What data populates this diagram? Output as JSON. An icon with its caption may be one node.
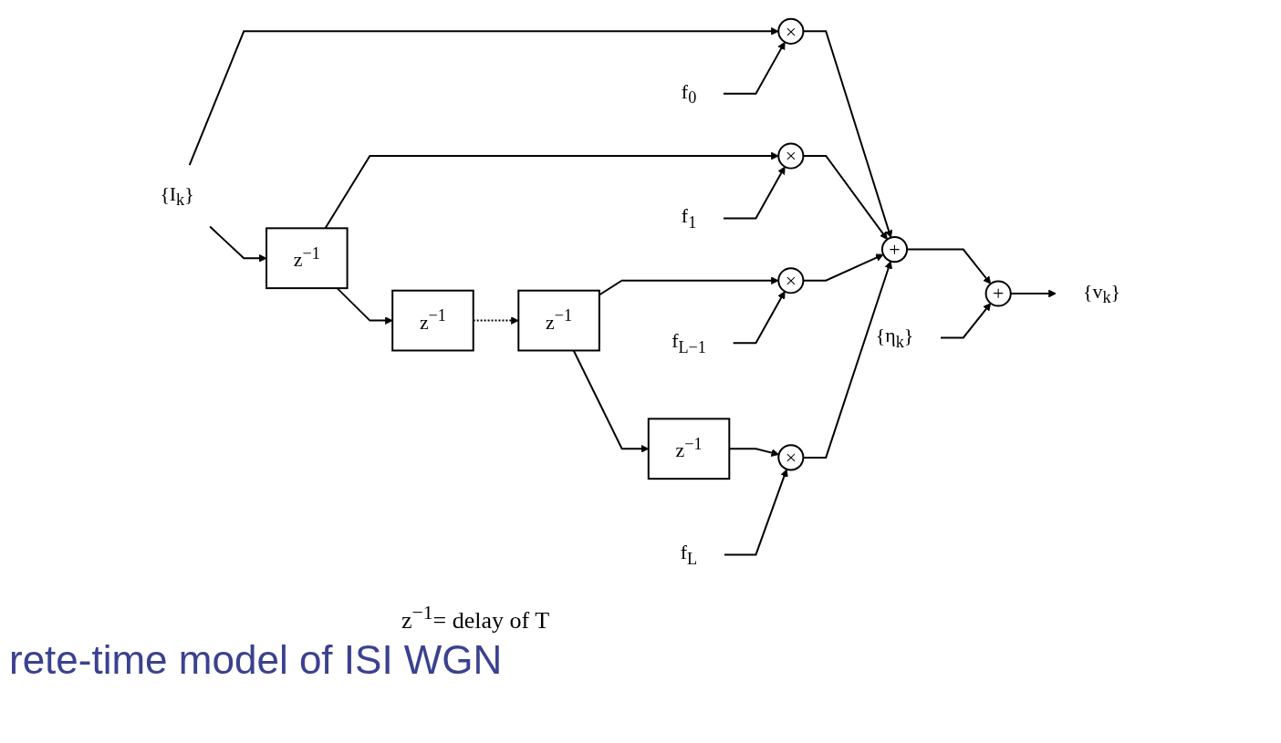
{
  "diagram": {
    "caption": "rete-time model of ISI WGN",
    "nodes": [
      {
        "text": [
          "{I$_{k}$}"
        ]
      },
      {
        "text": [
          "z$^{−1}$"
        ]
      },
      {
        "text": [
          "z$^{−1}$"
        ]
      },
      {
        "text": [
          "z$^{−1}$"
        ]
      },
      {
        "text": [
          "z$^{−1}$"
        ]
      },
      {
        "text": [
          "f$_{0}$"
        ]
      },
      {
        "text": [
          "×"
        ]
      },
      {
        "text": [
          "f$_{1}$"
        ]
      },
      {
        "text": [
          "×"
        ]
      },
      {
        "text": [
          "f$_{L−1}$"
        ]
      },
      {
        "text": [
          "×"
        ]
      },
      {
        "text": [
          "f$_{L}$"
        ]
      },
      {
        "text": [
          "×"
        ]
      },
      {
        "text": [
          "+"
        ]
      },
      {
        "text": [
          "+"
        ]
      },
      {
        "text": [
          "{v$_{k}$}"
        ]
      },
      {
        "text": [
          "{η$_{k}$}"
        ]
      }
    ],
    "edges": [
      {
        "from": 0,
        "to": 1,
        "arrow": "to"
      },
      {
        "from": 0,
        "to": 6,
        "arrow": "to"
      },
      {
        "from": 1,
        "to": 2,
        "arrow": "to"
      },
      {
        "from": 1,
        "to": 8,
        "arrow": "to"
      },
      {
        "from": 2,
        "to": 3,
        "arrow": "to",
        "style": "dashed"
      },
      {
        "from": 3,
        "to": 4,
        "arrow": "to"
      },
      {
        "from": 3,
        "to": 10,
        "arrow": "to"
      },
      {
        "from": 4,
        "to": 12,
        "arrow": "to"
      },
      {
        "from": 5,
        "to": 6,
        "arrow": "to"
      },
      {
        "from": 7,
        "to": 8,
        "arrow": "to"
      },
      {
        "from": 9,
        "to": 10,
        "arrow": "to"
      },
      {
        "from": 11,
        "to": 12,
        "arrow": "to"
      },
      {
        "from": 6,
        "to": 13,
        "arrow": "to"
      },
      {
        "from": 8,
        "to": 13,
        "arrow": "to"
      },
      {
        "from": 10,
        "to": 13,
        "arrow": "to"
      },
      {
        "from": 12,
        "to": 13,
        "arrow": "to"
      },
      {
        "from": 13,
        "to": 14,
        "arrow": "to"
      },
      {
        "from": 14,
        "to": 15,
        "arrow": "to"
      },
      {
        "from": 16,
        "to": 14,
        "arrow": "to"
      }
    ],
    "labels": [
      "z$^{−1}$= delay of T"
    ]
  }
}
